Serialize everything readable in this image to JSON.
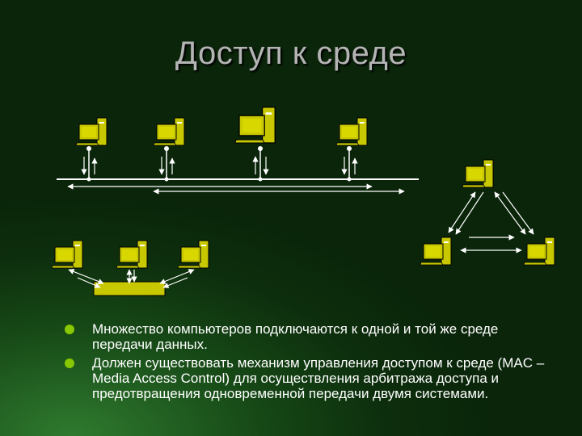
{
  "title": "Доступ к среде",
  "bullets": [
    "Множество компьютеров подключаются к одной и той же среде передачи данных.",
    "Должен существовать механизм управления доступом к среде (MAC – Media Access Control) для осуществления арбитража доступа и предотвращения одновременной передачи двумя системами."
  ],
  "colors": {
    "background": "#0d2e0d",
    "title": "#b4b4b4",
    "bullet_mark": "#88c800",
    "computer_body": "#c8c800",
    "line": "#ffffff"
  },
  "icons": [
    "computer-icon",
    "hub-icon",
    "bullet-dot-icon"
  ]
}
